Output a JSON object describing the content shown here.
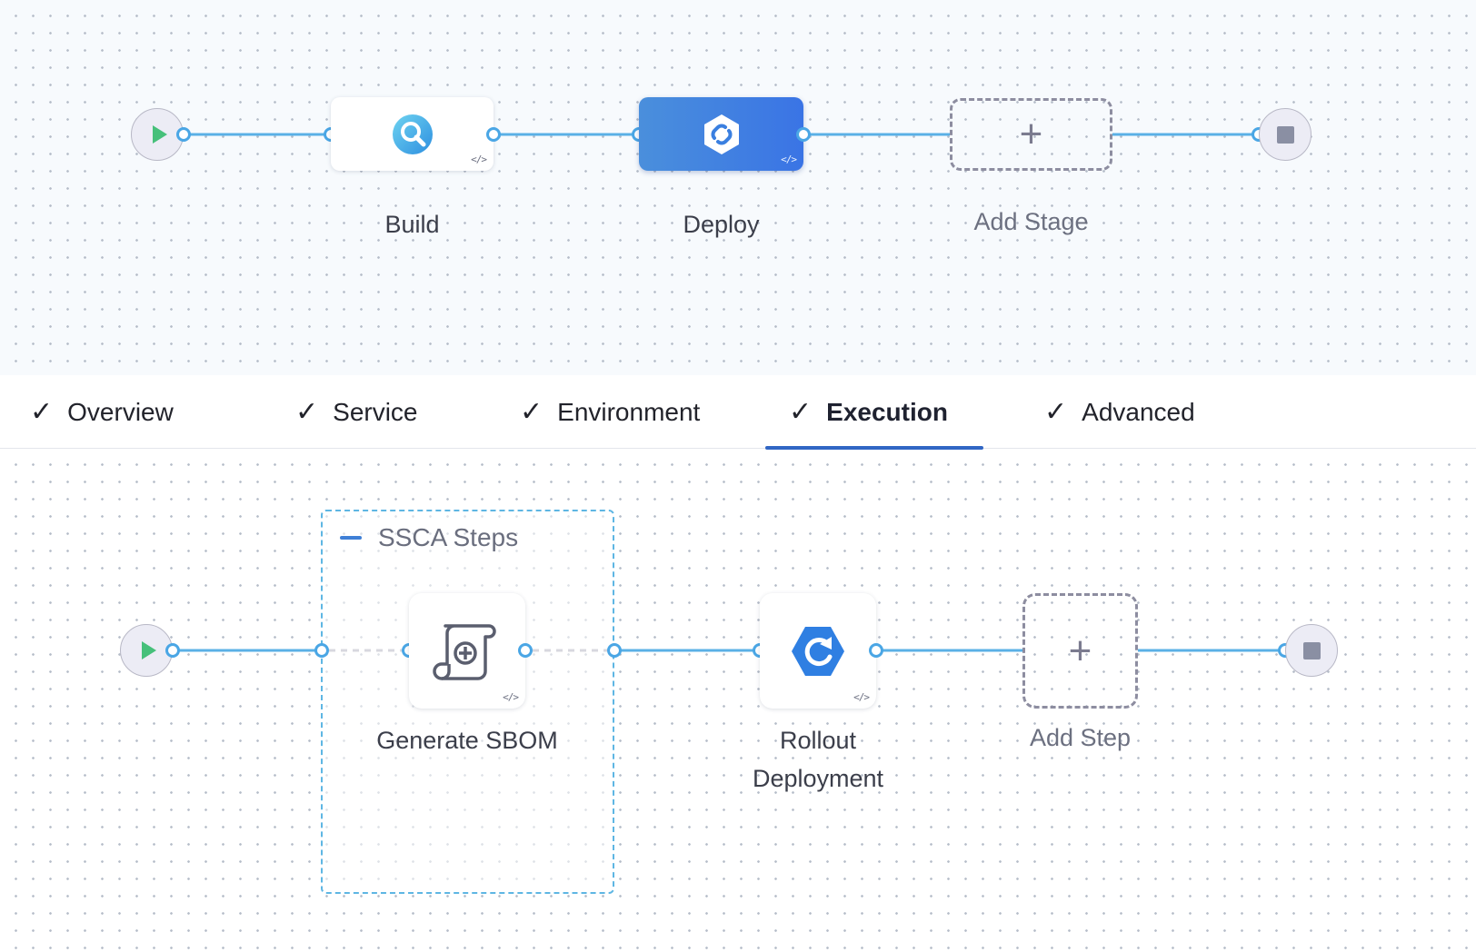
{
  "pipeline": {
    "stages": [
      {
        "name": "Build",
        "icon": "build-search-icon"
      },
      {
        "name": "Deploy",
        "icon": "deploy-link-icon",
        "active": true
      }
    ],
    "add_stage_label": "Add Stage",
    "code_tag": "</>"
  },
  "tabs": [
    {
      "label": "Overview",
      "checked": true
    },
    {
      "label": "Service",
      "checked": true
    },
    {
      "label": "Environment",
      "checked": true
    },
    {
      "label": "Execution",
      "checked": true,
      "active": true
    },
    {
      "label": "Advanced",
      "checked": true
    }
  ],
  "check_glyph": "✓",
  "plus_glyph": "+",
  "execution": {
    "group": {
      "title": "SSCA Steps"
    },
    "steps": [
      {
        "name": "Generate SBOM",
        "icon": "sbom-scroll-icon"
      },
      {
        "name_line1": "Rollout",
        "name_line2": "Deployment",
        "icon": "rollout-refresh-icon"
      }
    ],
    "add_step_label": "Add Step"
  },
  "colors": {
    "accent": "#4aa6e5",
    "active_stage": "#3a74e5",
    "tab_underline": "#3166c4",
    "start_green": "#46c07a",
    "group_border": "#5eb6e3"
  }
}
